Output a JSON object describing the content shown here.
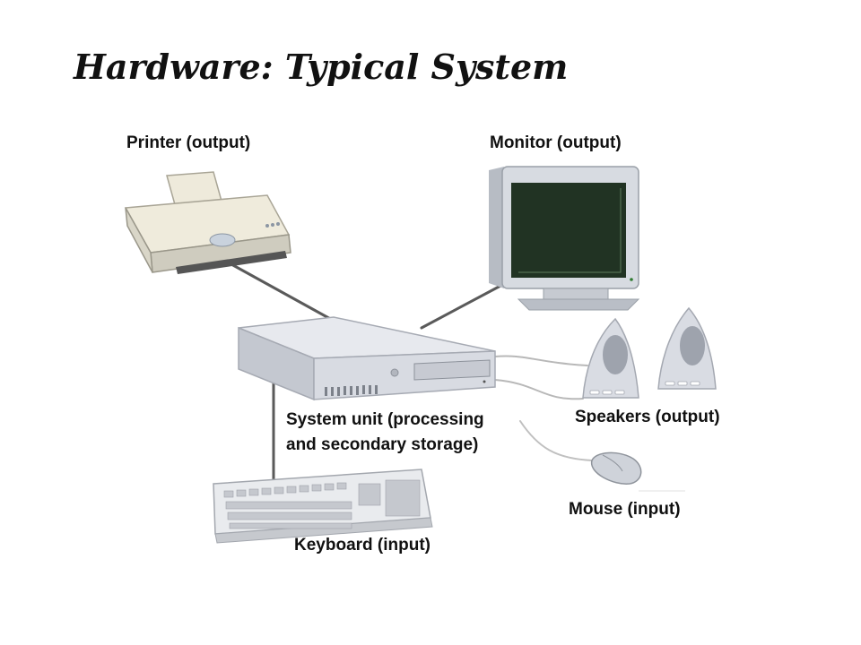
{
  "title": "Hardware: Typical System",
  "labels": {
    "printer": "Printer (output)",
    "monitor": "Monitor (output)",
    "system_unit_line1": "System unit (processing",
    "system_unit_line2": "and secondary storage)",
    "speakers": "Speakers (output)",
    "mouse": "Mouse (input)",
    "keyboard": "Keyboard (input)"
  }
}
